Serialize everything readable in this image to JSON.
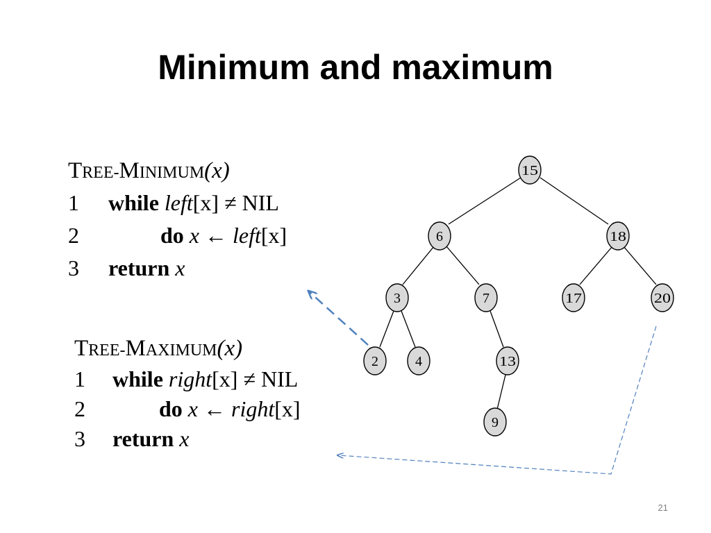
{
  "slide": {
    "title": "Minimum and maximum",
    "page_number": "21"
  },
  "algorithms": {
    "minimum": {
      "name_first": "T",
      "name_rest1": "REE-",
      "name_mid": "M",
      "name_rest2": "INIMUM",
      "param": "(x)",
      "lines": [
        {
          "num": "1",
          "kw": "while",
          "var": "left",
          "rest": "[x] ≠ NIL"
        },
        {
          "num": "2",
          "kw": "do",
          "var": "x",
          "arrow": "←",
          "var2": "left",
          "rest": "[x]"
        },
        {
          "num": "3",
          "kw": "return",
          "var": "x"
        }
      ]
    },
    "maximum": {
      "name_first": "T",
      "name_rest1": "REE-",
      "name_mid": "M",
      "name_rest2": "AXIMUM",
      "param": "(x)",
      "lines": [
        {
          "num": "1",
          "kw": "while",
          "var": "right",
          "rest": "[x] ≠ NIL"
        },
        {
          "num": "2",
          "kw": "do",
          "var": "x",
          "arrow": "←",
          "var2": "right",
          "rest": "[x]"
        },
        {
          "num": "3",
          "kw": "return",
          "var": "x"
        }
      ]
    }
  },
  "tree": {
    "node_fill": "#d9d9d9",
    "arrow_color": "#4f81bd",
    "nodes": [
      "15",
      "6",
      "18",
      "3",
      "7",
      "17",
      "20",
      "2",
      "4",
      "13",
      "9"
    ]
  }
}
